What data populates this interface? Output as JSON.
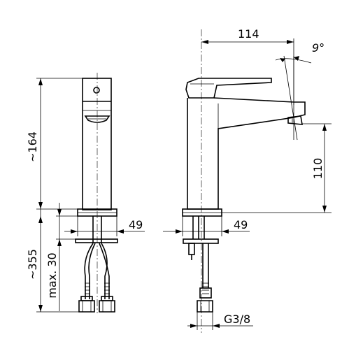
{
  "dimensions": {
    "height_total": "~164",
    "height_below": "~355",
    "max_thickness": "max. 30",
    "width_front": "49",
    "width_side": "49",
    "spout_reach": "114",
    "lever_angle": "9°",
    "spout_height": "110",
    "thread": "G3/8"
  }
}
